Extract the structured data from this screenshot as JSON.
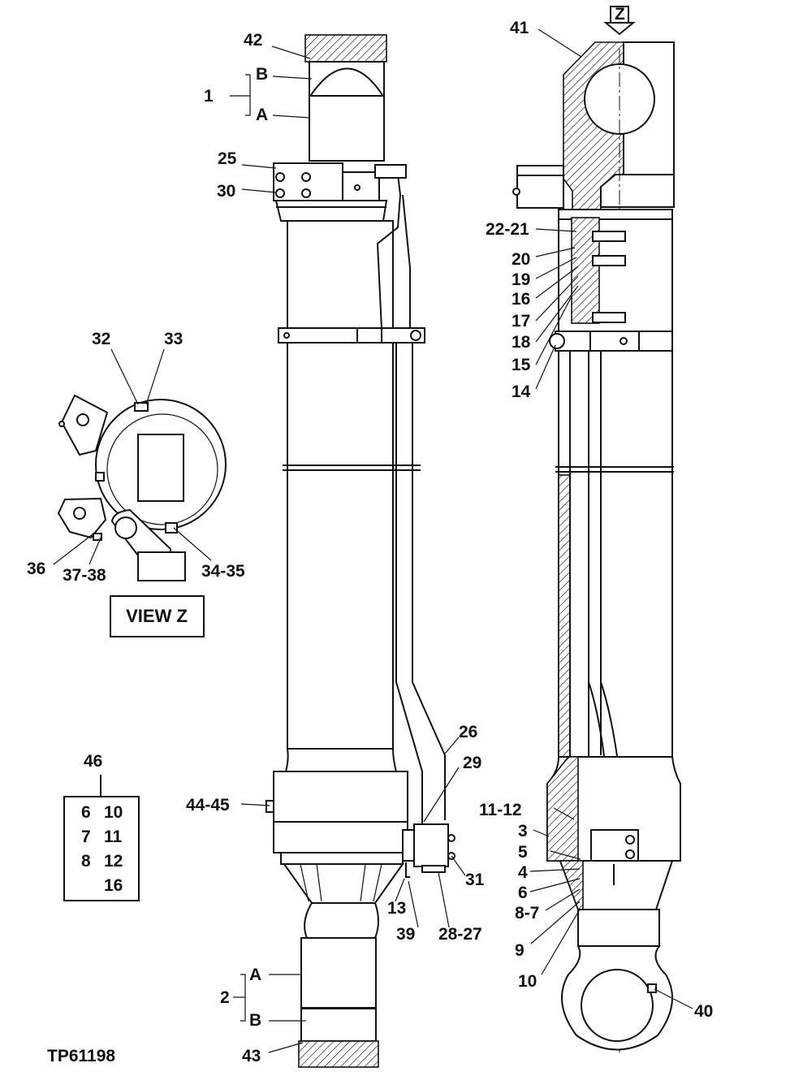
{
  "drawing_id": "TP61198",
  "view_label": "VIEW Z",
  "view_arrow_letter": "Z",
  "legend_box": {
    "ref": "46",
    "rows": [
      [
        "6",
        "10"
      ],
      [
        "7",
        "11"
      ],
      [
        "8",
        "12"
      ],
      [
        "",
        "16"
      ]
    ]
  },
  "callouts": {
    "c1": "1",
    "c1A": "A",
    "c1B": "B",
    "c42": "42",
    "c25": "25",
    "c30": "30",
    "c32": "32",
    "c33": "33",
    "c36": "36",
    "c37_38": "37-38",
    "c34_35": "34-35",
    "c44_45": "44-45",
    "c26": "26",
    "c29": "29",
    "c31": "31",
    "c13": "13",
    "c39": "39",
    "c28_27": "28-27",
    "c2": "2",
    "c2A": "A",
    "c2B": "B",
    "c43": "43",
    "c41": "41",
    "c22_21": "22-21",
    "c20": "20",
    "c19": "19",
    "c16a": "16",
    "c17": "17",
    "c18": "18",
    "c15": "15",
    "c14": "14",
    "c11_12": "11-12",
    "c3": "3",
    "c5": "5",
    "c4": "4",
    "c6": "6",
    "c8_7": "8-7",
    "c9": "9",
    "c10": "10",
    "c40": "40"
  }
}
